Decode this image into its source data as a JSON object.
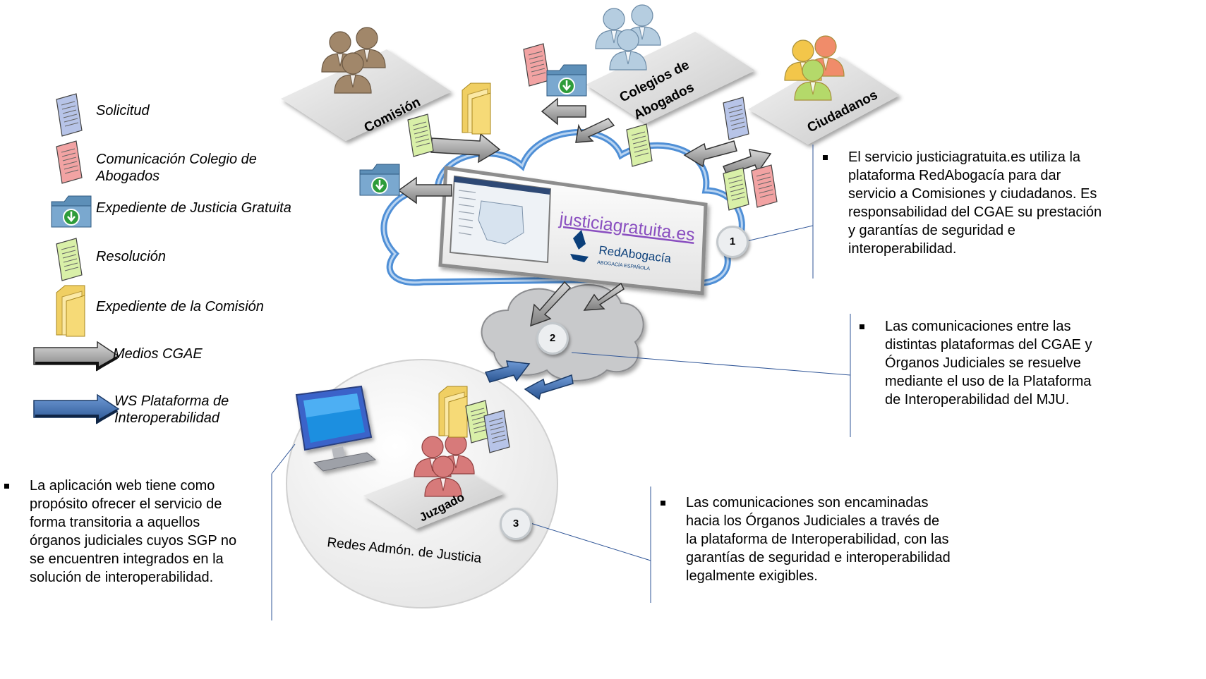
{
  "legend": {
    "solicitud": "Solicitud",
    "comunicacion": "Comunicación Colegio de Abogados",
    "expediente_jg": "Expediente de Justicia Gratuita",
    "resolucion": "Resolución",
    "expediente_comision": "Expediente de la Comisión",
    "medios_cgae": "Medios CGAE",
    "ws_plataforma": "WS Plataforma de Interoperabilidad"
  },
  "actors": {
    "comision": "Comisión",
    "colegios": "Colegios de Abogados",
    "ciudadanos": "Ciudadanos",
    "juzgado": "Juzgado"
  },
  "platform": {
    "site": "justiciagratuita.es",
    "brand": "RedAbogacía",
    "brand_sub": "ABOGACÍA ESPAÑOLA"
  },
  "network_label": "Redes Admón. de Justicia",
  "markers": [
    "1",
    "2",
    "3"
  ],
  "notes": {
    "n1": "El servicio justiciagratuita.es utiliza la plataforma RedAbogacía para dar servicio a Comisiones y ciudadanos. Es responsabilidad del CGAE su prestación y garantías de seguridad e interoperabilidad.",
    "n2": "Las comunicaciones entre las distintas plataformas del CGAE y Órganos Judiciales se resuelve mediante el uso de la Plataforma de Interoperabilidad del MJU.",
    "n3": "Las comunicaciones son encaminadas hacia los Órganos Judiciales a través de la plataforma de Interoperabilidad, con las garantías de seguridad e interoperabilidad legalmente exigibles.",
    "n4": "La aplicación web tiene como propósito ofrecer el servicio de forma transitoria a aquellos órganos judiciales cuyos SGP no se encuentren integrados en la solución de interoperabilidad."
  },
  "colors": {
    "solicitud": "#b7c4e8",
    "comunicacion": "#f2a3a3",
    "resolucion": "#d9f0a8",
    "folder": "#f5dc86",
    "gray_arrow": "#a6a6a6",
    "blue_arrow": "#3d6fb0",
    "cloud_outline": "#4f8fd6",
    "leader_line": "#2f5597"
  }
}
